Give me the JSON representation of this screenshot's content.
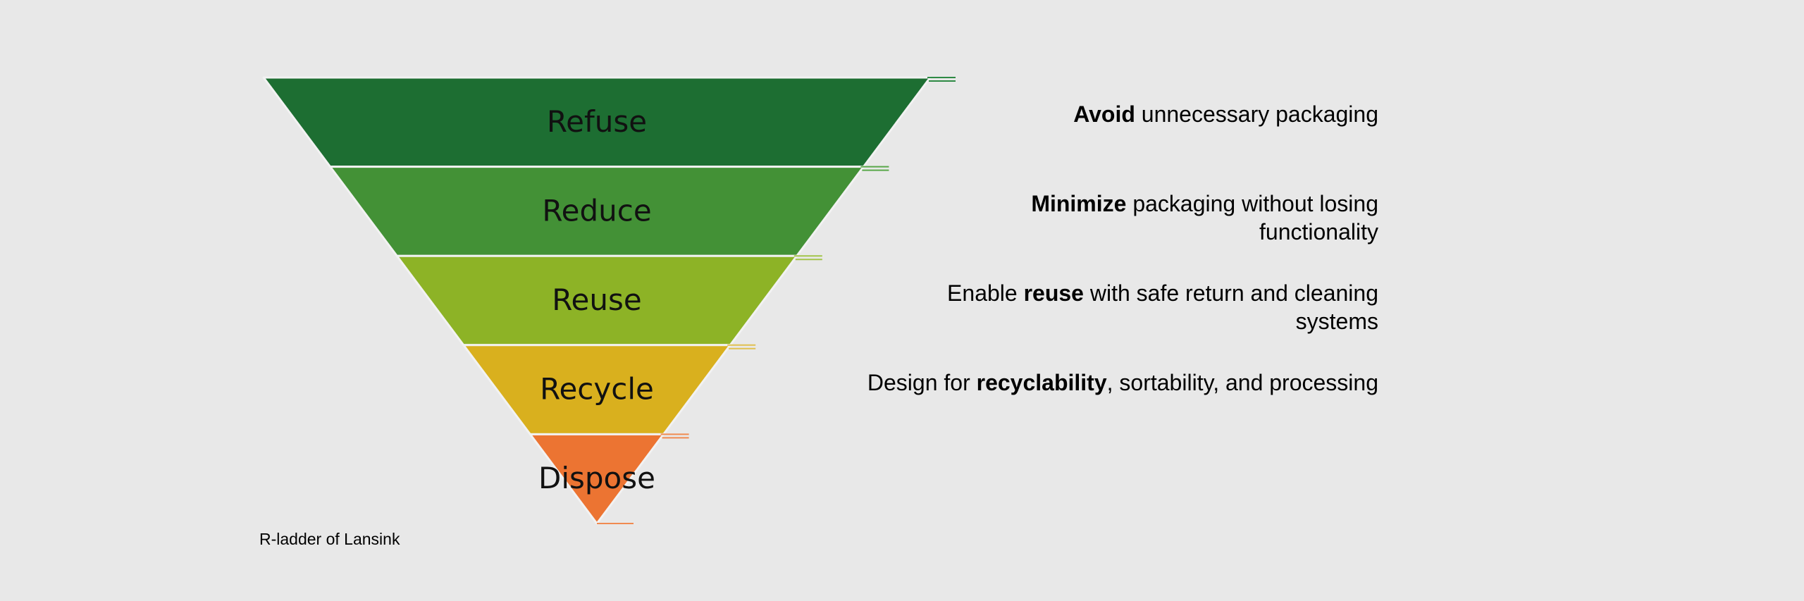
{
  "colors": {
    "background": "#e8e8e8",
    "divider": "#f2f2f2"
  },
  "ladder": [
    {
      "label": "Refuse",
      "color": "#1d6e32",
      "accent": "#2e8a44"
    },
    {
      "label": "Reduce",
      "color": "#439136",
      "accent": "#5aa84a"
    },
    {
      "label": "Reuse",
      "color": "#8db326",
      "accent": "#a3c44a"
    },
    {
      "label": "Recycle",
      "color": "#d9b01e",
      "accent": "#e0c050"
    },
    {
      "label": "Dispose",
      "color": "#ec7432",
      "accent": "#f08a50"
    }
  ],
  "descriptions": [
    {
      "pre": "",
      "bold": "Avoid",
      "post": " unnecessary packaging"
    },
    {
      "pre": "",
      "bold": "Minimize",
      "post": " packaging without losing functionality"
    },
    {
      "pre": "Enable ",
      "bold": "reuse",
      "post": " with safe return and cleaning systems"
    },
    {
      "pre": "Design for ",
      "bold": "recyclability",
      "post": ", sortability, and processing"
    }
  ],
  "caption": "R-ladder of Lansink"
}
